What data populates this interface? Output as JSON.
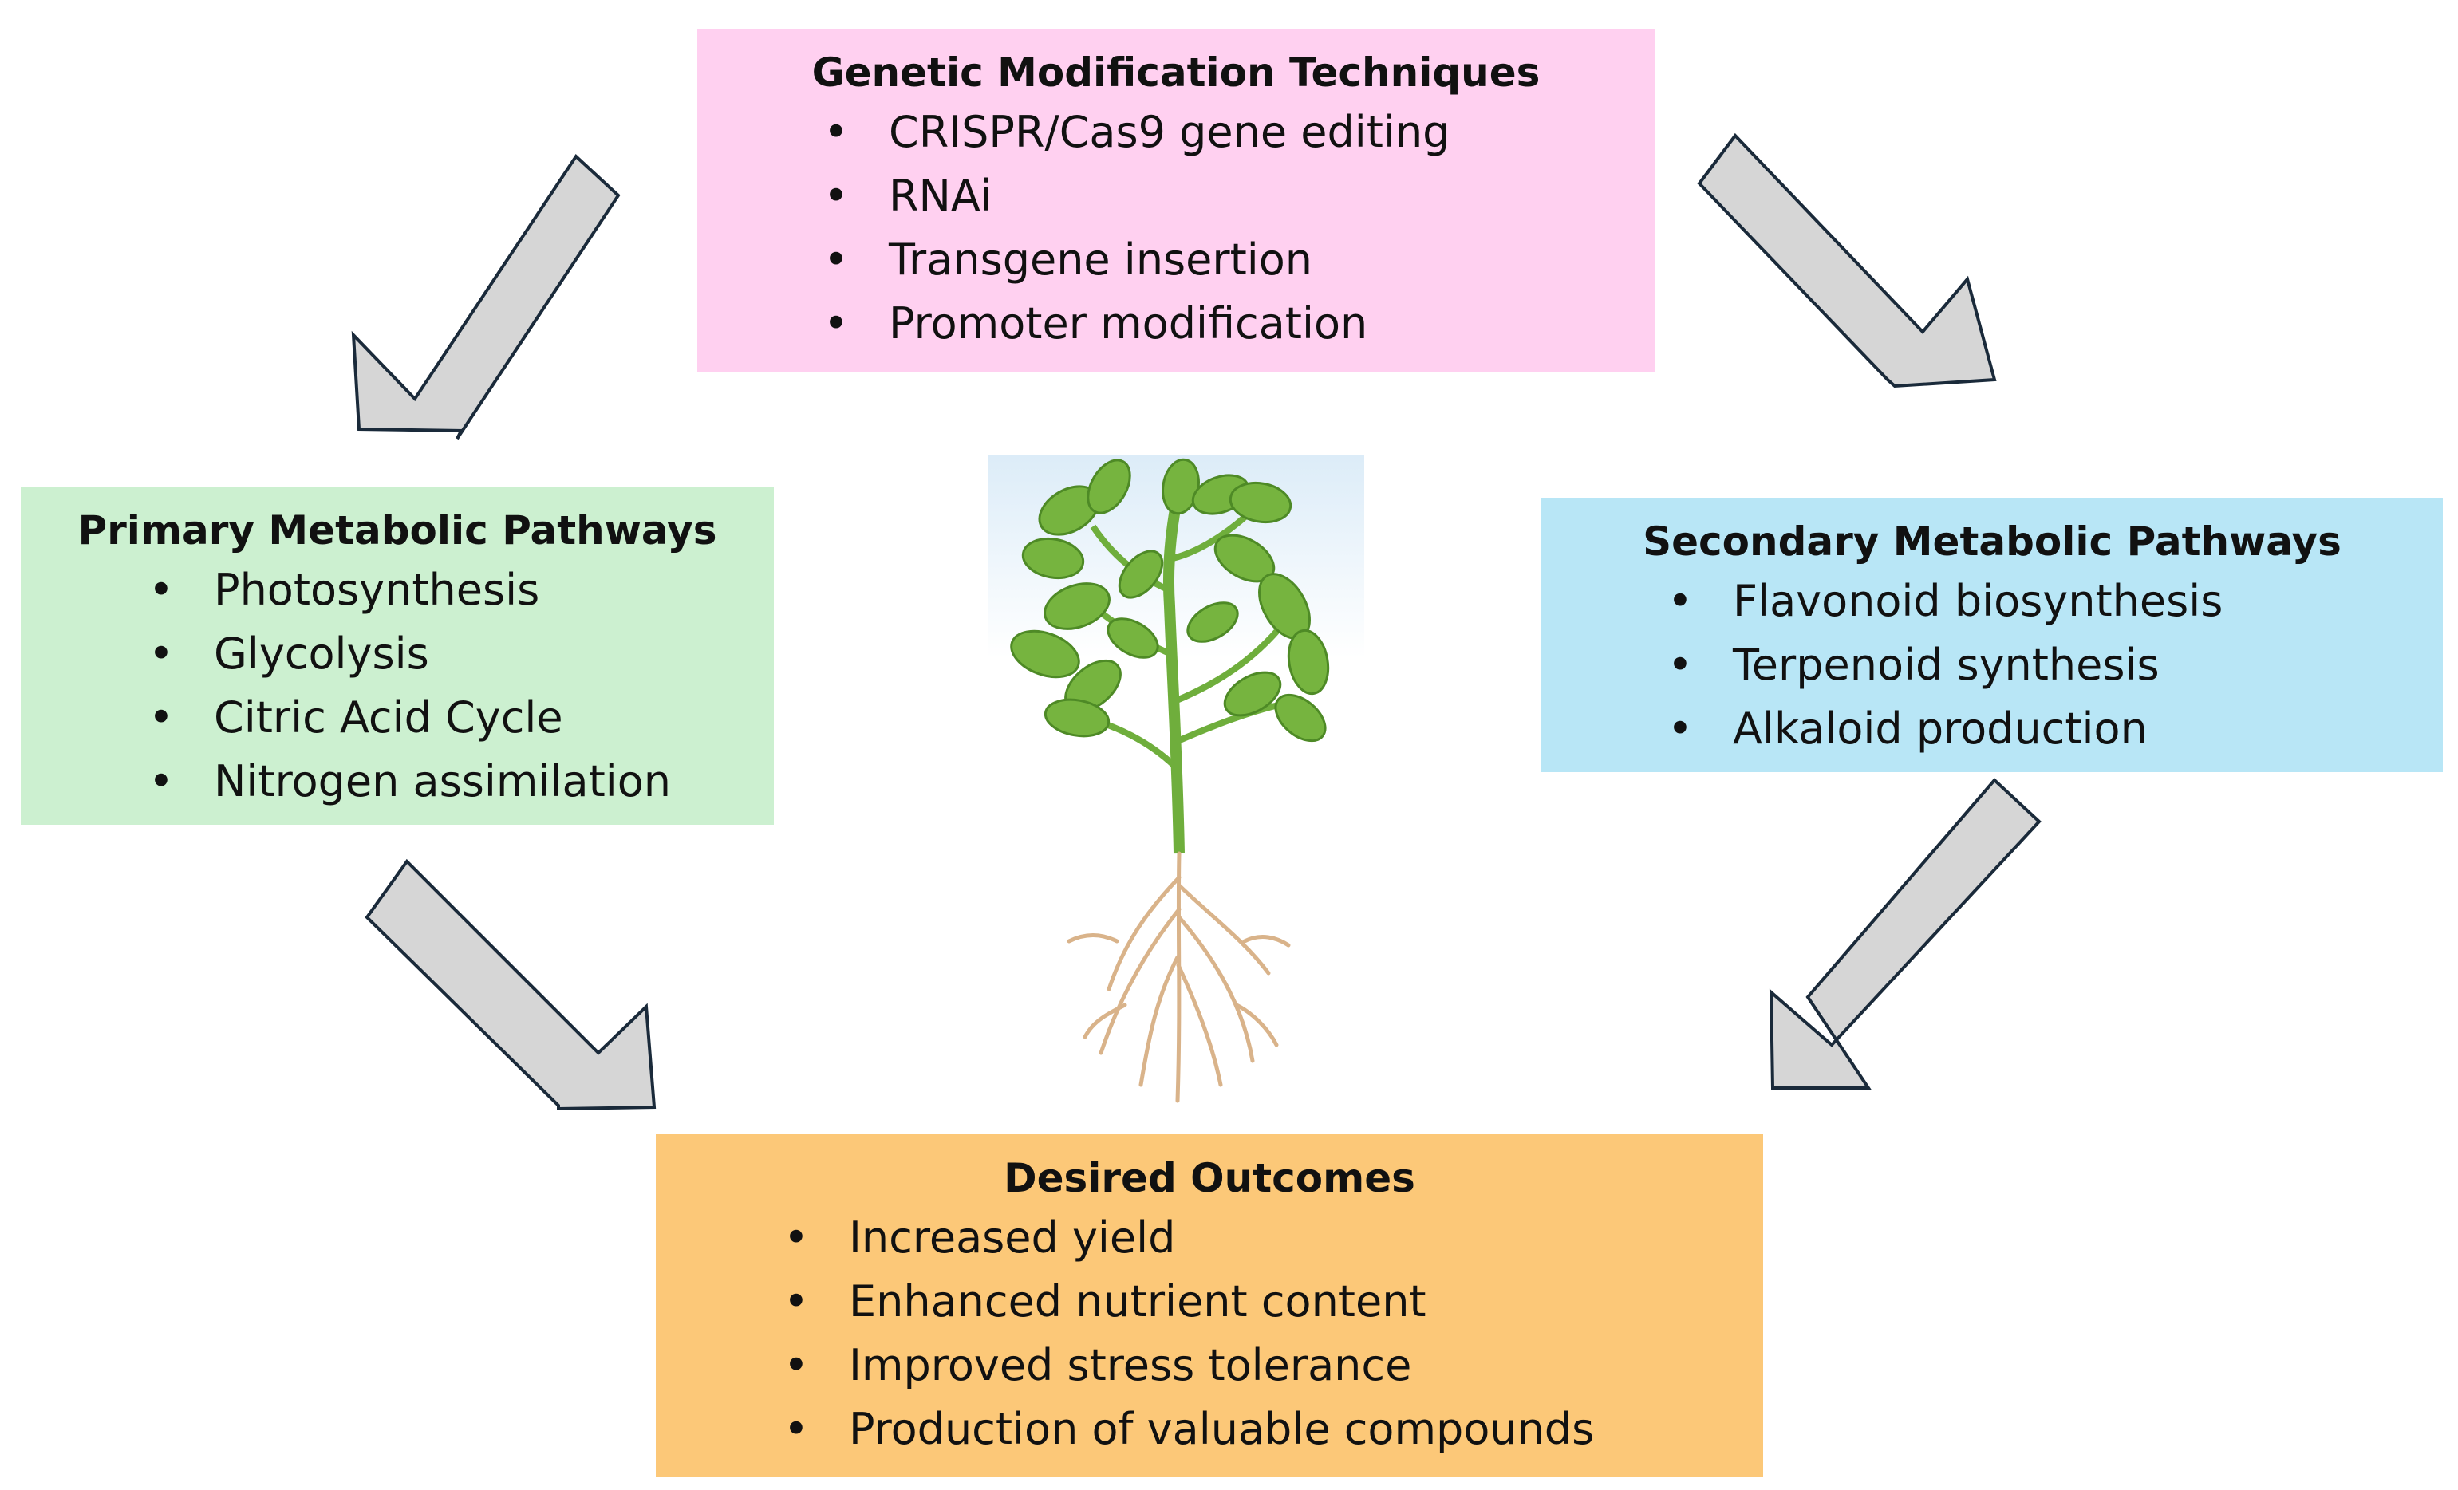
{
  "genetic": {
    "title": "Genetic Modification Techniques",
    "items": [
      "CRISPR/Cas9 gene editing",
      "RNAi",
      "Transgene insertion",
      "Promoter modification"
    ]
  },
  "primary": {
    "title": "Primary Metabolic Pathways",
    "items": [
      "Photosynthesis",
      "Glycolysis",
      "Citric Acid Cycle",
      "Nitrogen assimilation"
    ]
  },
  "secondary": {
    "title": "Secondary Metabolic Pathways",
    "items": [
      "Flavonoid biosynthesis",
      "Terpenoid synthesis",
      "Alkaloid production"
    ]
  },
  "outcomes": {
    "title": "Desired Outcomes",
    "items": [
      "Increased yield",
      "Enhanced nutrient content",
      "Improved stress tolerance",
      "Production of valuable compounds"
    ]
  },
  "colors": {
    "genetic_box": "#ffd0f0",
    "primary_box": "#ccf0d0",
    "secondary_box": "#b8e6f6",
    "outcomes_box": "#fcc878",
    "arrow_fill": "#d6d6d6",
    "arrow_outline": "#1a2a3a",
    "leaf_green": "#6fae3c",
    "root_tan": "#d9b38a"
  },
  "icons": [
    "plant-illustration-icon",
    "arrow-down-left-icon",
    "arrow-down-right-icon"
  ]
}
